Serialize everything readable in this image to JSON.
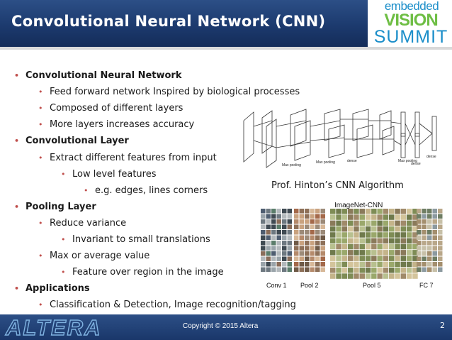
{
  "header": {
    "title": "Convolutional Neural Network (CNN)",
    "logo_line1": "embedded",
    "logo_line2": "VISION",
    "logo_line3": "SUMMIT"
  },
  "bullets": [
    {
      "level": 1,
      "text": "Convolutional Neural Network"
    },
    {
      "level": 2,
      "text": "Feed forward network Inspired by biological processes"
    },
    {
      "level": 2,
      "text": "Composed of different layers"
    },
    {
      "level": 2,
      "text": "More layers increases accuracy"
    },
    {
      "level": 1,
      "text": "Convolutional Layer"
    },
    {
      "level": 2,
      "text": "Extract different features from input"
    },
    {
      "level": 3,
      "text": "Low level features"
    },
    {
      "level": 4,
      "text": "e.g. edges, lines corners"
    },
    {
      "level": 1,
      "text": "Pooling Layer"
    },
    {
      "level": 2,
      "text": "Reduce variance"
    },
    {
      "level": 3,
      "text": "Invariant to small translations"
    },
    {
      "level": 2,
      "text": "Max or average value"
    },
    {
      "level": 3,
      "text": "Feature over region in the image"
    },
    {
      "level": 1,
      "text": "Applications"
    },
    {
      "level": 2,
      "text": "Classification & Detection, Image recognition/tagging"
    }
  ],
  "figure": {
    "caption": "Prof. Hinton’s CNN Algorithm",
    "panel_title": "ImageNet-CNN",
    "panel_labels": [
      "Conv 1",
      "Pool 2",
      "Pool 5",
      "FC 7"
    ],
    "diagram_labels": [
      "Max pooling",
      "Max pooling",
      "Max pooling",
      "dense",
      "dense",
      "dense"
    ]
  },
  "footer": {
    "brand": "ALTERA",
    "copyright": "Copyright © 2015 Altera",
    "page_number": "2"
  },
  "colors": {
    "header_blue": "#1c3a6e",
    "bullet_dot": "#c0504d",
    "logo_blue": "#1b8ec9",
    "logo_green": "#6ebe44"
  }
}
